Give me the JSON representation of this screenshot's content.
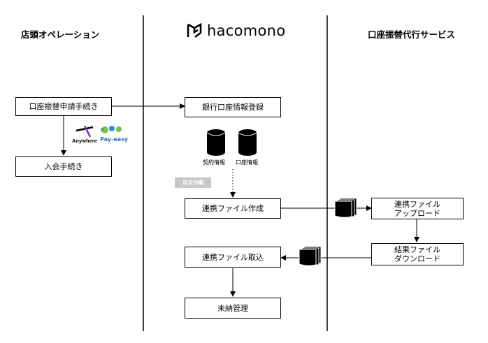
{
  "lanes": {
    "store": "店頭オペレーション",
    "hacomono": "hacomono",
    "service": "口座振替代行サービス"
  },
  "boxes": {
    "apply": "口座振替申請手続き",
    "join": "入会手続き",
    "bank_register": "銀行口座情報登録",
    "create_file": "連携ファイル作成",
    "import_file": "連携ファイル取込",
    "unpaid": "未納管理",
    "upload": "連携ファイル\nアップロード",
    "download": "結果ファイル\nダウンロード"
  },
  "databases": {
    "contract": "契約情報",
    "account": "口座情報"
  },
  "monthly_tag": "月次作業",
  "payment_logos": {
    "anywhere": "Anywhere",
    "payeasy": "Pay-easy"
  }
}
